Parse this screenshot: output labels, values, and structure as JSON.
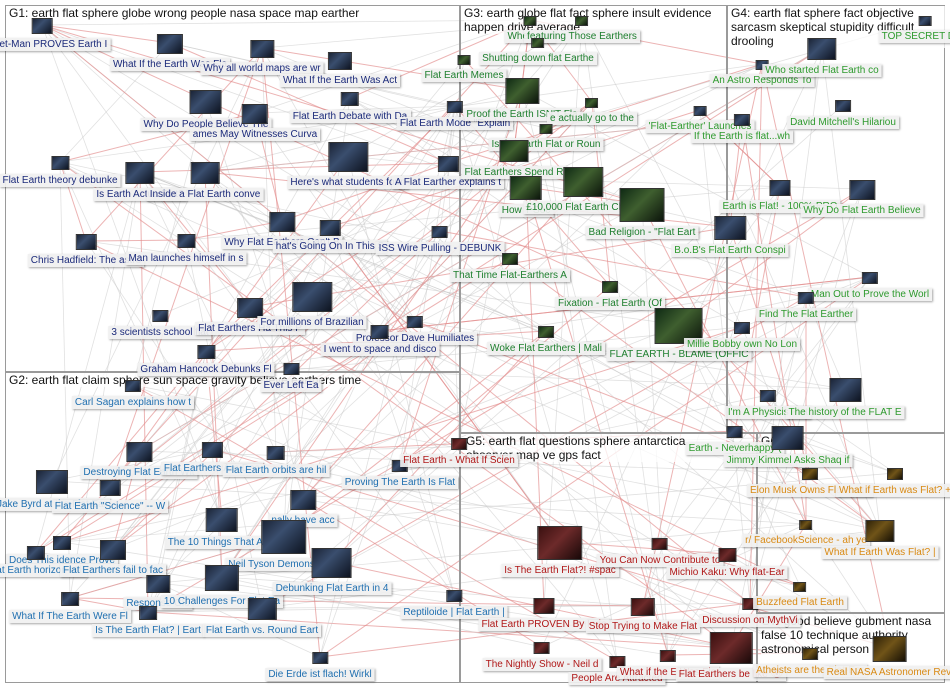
{
  "colors": {
    "g1": "#1b2a7a",
    "g2": "#1f6fb0",
    "g3": "#1e7f2e",
    "g4": "#2d9a2d",
    "g5": "#b01818",
    "g6": "#d98a14",
    "g7": "#d98a14",
    "edge_gray": "#c8c8c8",
    "edge_red": "#e28a8a",
    "group_border": "#9a9a9a"
  },
  "groups": [
    {
      "id": "G1",
      "label": "G1: earth flat sphere globe wrong people nasa space map earther"
    },
    {
      "id": "G2",
      "label": "G2: earth flat claim sphere sun space gravity believe earthers time"
    },
    {
      "id": "G3",
      "label": "G3: earth globe flat fact sphere insult evidence happen drive average"
    },
    {
      "id": "G4",
      "label": "G4: earth flat sphere fact objective sarcasm skeptical stupidity difficult drooling"
    },
    {
      "id": "G5",
      "label": "G5: earth flat questions sphere antarctica observer map ve gps fact"
    },
    {
      "id": "G6",
      "label": "G6"
    },
    {
      "id": "G7",
      "label": "G7: good believe gubment nasa false 10 technique authority astronomical person"
    }
  ],
  "nodes": [
    {
      "group": "g1",
      "label": "Rocket-Man PROVES Earth I"
    },
    {
      "group": "g1",
      "label": "What If the Earth Was Fla"
    },
    {
      "group": "g1",
      "label": "Why all world maps are wr"
    },
    {
      "group": "g1",
      "label": "What If the Earth Was Act"
    },
    {
      "group": "g1",
      "label": "Flat Earth Debate with Da"
    },
    {
      "group": "g1",
      "label": "Why Do People Believe The"
    },
    {
      "group": "g1",
      "label": "ames May Witnesses Curva"
    },
    {
      "group": "g1",
      "label": "Flat Earth theory debunke"
    },
    {
      "group": "g1",
      "label": "Is Earth Actua Flat?"
    },
    {
      "group": "g1",
      "label": "Inside a Flat Earth conve"
    },
    {
      "group": "g1",
      "label": "Here's what students foun"
    },
    {
      "group": "g1",
      "label": "Flat Earth Mode \"Explain"
    },
    {
      "group": "g1",
      "label": "A Flat Earther explains t"
    },
    {
      "group": "g1",
      "label": "Chris Hadfield: The astro"
    },
    {
      "group": "g1",
      "label": "Man launches himself in s"
    },
    {
      "group": "g1",
      "label": "Why Flat Earthers Can't B"
    },
    {
      "group": "g1",
      "label": "hat's Going On In This S"
    },
    {
      "group": "g1",
      "label": "ISS Wire Pulling - DEBUNK"
    },
    {
      "group": "g1",
      "label": "3 scientists school flat"
    },
    {
      "group": "g1",
      "label": "Flat Earthers Ha This P"
    },
    {
      "group": "g1",
      "label": "For millions of Brazilian"
    },
    {
      "group": "g1",
      "label": "Professor Dave Humiliates"
    },
    {
      "group": "g1",
      "label": "I went to space and disco"
    },
    {
      "group": "g1",
      "label": "Graham Hancock Debunks Fl"
    },
    {
      "group": "g1",
      "label": "Ever Left Ea"
    },
    {
      "group": "g2",
      "label": "Carl Sagan explains how t"
    },
    {
      "group": "g2",
      "label": "Destroying Flat Earth Wit"
    },
    {
      "group": "g2",
      "label": "Flat Earthers Are Dea"
    },
    {
      "group": "g2",
      "label": "Flat Earth orbits are hil"
    },
    {
      "group": "g2",
      "label": "Proving The Earth Is Flat"
    },
    {
      "group": "g2",
      "label": "Jake Byrd at the Flat Ear"
    },
    {
      "group": "g2",
      "label": "Flat Earth \"Science\" -- W"
    },
    {
      "group": "g2",
      "label": "nally have acc"
    },
    {
      "group": "g2",
      "label": "Does This idence Prove"
    },
    {
      "group": "g2",
      "label": "The 10 Things That All F"
    },
    {
      "group": "g2",
      "label": "Neil Tyson Demonstrates"
    },
    {
      "group": "g2",
      "label": "Flat Earth horizon still"
    },
    {
      "group": "g2",
      "label": "Flat Earthers fail to fac"
    },
    {
      "group": "g2",
      "label": "Response Glo"
    },
    {
      "group": "g2",
      "label": "10 Challenges For Flat Ea"
    },
    {
      "group": "g2",
      "label": "Debunking Flat Earth in 4"
    },
    {
      "group": "g2",
      "label": "What If The Earth Were Fl"
    },
    {
      "group": "g2",
      "label": "Is The Earth Flat? | Eart"
    },
    {
      "group": "g2",
      "label": "Flat Earth vs. Round Eart"
    },
    {
      "group": "g2",
      "label": "Die Erde ist flach! Wirkl"
    },
    {
      "group": "g2",
      "label": "Reptiloide | Flat Earth |"
    },
    {
      "group": "g3",
      "label": "When you"
    },
    {
      "group": "g3",
      "label": "featuring Those Earthers"
    },
    {
      "group": "g3",
      "label": "Flat Earth Memes"
    },
    {
      "group": "g3",
      "label": "Shutting down flat Earthe"
    },
    {
      "group": "g3",
      "label": "Proof the Earth ISN'T Fla"
    },
    {
      "group": "g3",
      "label": "e actually go to the"
    },
    {
      "group": "g3",
      "label": "Is the Earth Flat or Roun"
    },
    {
      "group": "g3",
      "label": "Flat Earthers Spend R"
    },
    {
      "group": "g3",
      "label": "How T Sec"
    },
    {
      "group": "g3",
      "label": "£10,000 Flat Earth Challe"
    },
    {
      "group": "g3",
      "label": "Bad Religion - \"Flat Eart"
    },
    {
      "group": "g3",
      "label": "That Time Flat-Earthers A"
    },
    {
      "group": "g3",
      "label": "Fixation - Flat Earth (Of"
    },
    {
      "group": "g3",
      "label": "Woke Flat Earthers | Mali"
    },
    {
      "group": "g3",
      "label": "FLAT EARTH - BLAME (OFFIC"
    },
    {
      "group": "g4",
      "label": "TOP SECRET DES"
    },
    {
      "group": "g4",
      "label": "An Astro Responds To"
    },
    {
      "group": "g4",
      "label": "Who started Flat Earth co"
    },
    {
      "group": "g4",
      "label": "'Flat-Earther' Launches"
    },
    {
      "group": "g4",
      "label": "If the Earth is flat...wh"
    },
    {
      "group": "g4",
      "label": "David Mitchell's Hilariou"
    },
    {
      "group": "g4",
      "label": "Earth is Flat! - 100% PRO"
    },
    {
      "group": "g4",
      "label": "Why Do Flat Earth Believe"
    },
    {
      "group": "g4",
      "label": "B.o.B's Flat Earth Conspi"
    },
    {
      "group": "g4",
      "label": "Man Out to Prove the Worl"
    },
    {
      "group": "g4",
      "label": "Find The Flat Earther"
    },
    {
      "group": "g4",
      "label": "Millie Bobby own No Lon"
    },
    {
      "group": "g4",
      "label": "I'm A Physicis Flat"
    },
    {
      "group": "g4",
      "label": "The history of the FLAT E"
    },
    {
      "group": "g4",
      "label": "Earth - Neverhappy ("
    },
    {
      "group": "g4",
      "label": "Jimmy Kimmel Asks Shaq if"
    },
    {
      "group": "g5",
      "label": "Flat Earth - What If Scien"
    },
    {
      "group": "g5",
      "label": "Is The Earth Flat?! #spac"
    },
    {
      "group": "g5",
      "label": "You Can Now Contribute to"
    },
    {
      "group": "g5",
      "label": "Michio Kaku: Why flat-Ear"
    },
    {
      "group": "g5",
      "label": "Flat Earth PROVEN By Inde"
    },
    {
      "group": "g5",
      "label": "Stop Trying to Make Flat"
    },
    {
      "group": "g5",
      "label": "Discussion on MythVi"
    },
    {
      "group": "g5",
      "label": "The Nightly Show - Neil d"
    },
    {
      "group": "g5",
      "label": "People Are Attracted"
    },
    {
      "group": "g5",
      "label": "What if the E Was Fla"
    },
    {
      "group": "g5",
      "label": "Flat Earthers be like 👁"
    },
    {
      "group": "g6",
      "label": "Elon Musk Owns Flat earth"
    },
    {
      "group": "g6",
      "label": "What if Earth was Flat? +"
    },
    {
      "group": "g6",
      "label": "r/ FacebookScience - ah ye"
    },
    {
      "group": "g6",
      "label": "What If Earth Was Flat? |"
    },
    {
      "group": "g6",
      "label": "Buzzfeed Flat Earth"
    },
    {
      "group": "g6",
      "label": "Atheists are the Flat-Ear"
    },
    {
      "group": "g6",
      "label": "Real NASA Astronomer Revi"
    }
  ]
}
